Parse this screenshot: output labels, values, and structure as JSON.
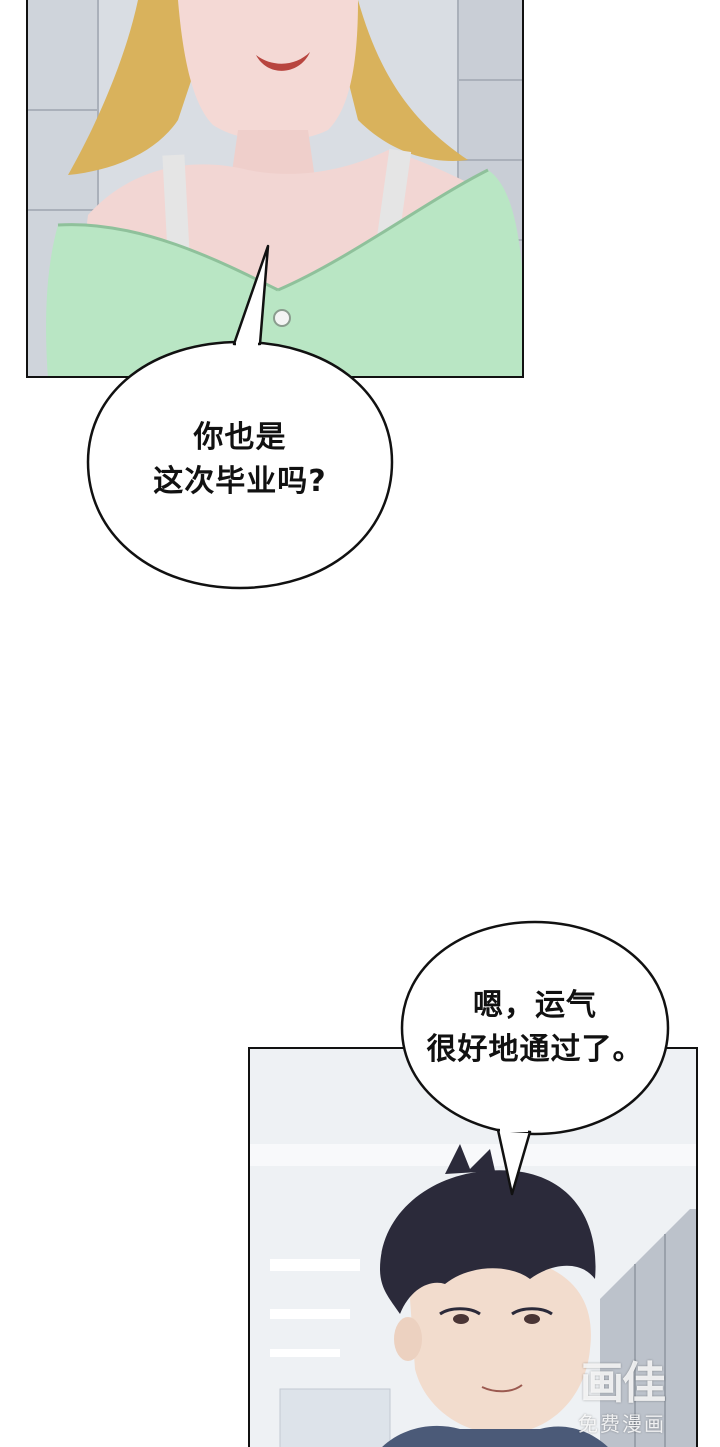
{
  "panels": [
    {
      "id": "panel1",
      "description": "woman-in-green-top"
    },
    {
      "id": "panel2",
      "description": "man-with-dark-hair"
    }
  ],
  "bubble1": {
    "line1": "你也是",
    "line2": "这次毕业吗?"
  },
  "bubble2": {
    "line1": "嗯，运气",
    "line2": "很好地通过了。"
  },
  "watermark": {
    "logo": "画佳",
    "text": "免费漫画"
  },
  "colors": {
    "shirt_green": "#b9e6c4",
    "hair_blonde": "#d9b25c",
    "hair_dark": "#2b2a3a"
  }
}
